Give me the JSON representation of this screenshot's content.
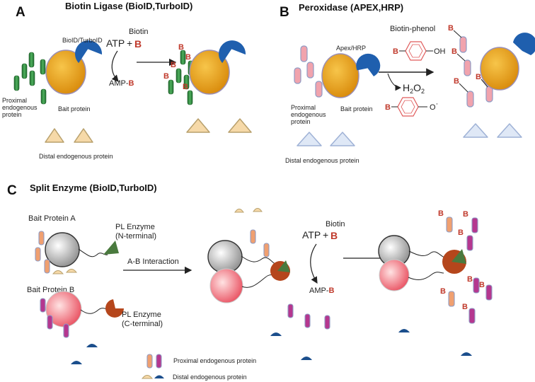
{
  "panel_a": {
    "letter": "A",
    "title": "Biotin Ligase (BioID,TurboID)",
    "enzyme_label": "BioID/TurboID",
    "biotin_label": "Biotin",
    "atp": "ATP",
    "plus": "+",
    "b": "B",
    "amp": "AMP-",
    "proximal_label": [
      "Proximal",
      "endogenous",
      "protein"
    ],
    "bait_label": "Bait protein",
    "distal_label": "Distal endogenous protein"
  },
  "panel_b": {
    "letter": "B",
    "title": "Peroxidase (APEX,HRP)",
    "enzyme_label": "Apex/HRP",
    "biotin_phenol_label": "Biotin-phenol",
    "oh": "OH",
    "h2o2_main": "H",
    "h2o2_sub1": "2",
    "h2o2_o": "O",
    "h2o2_sub2": "2",
    "o_radical": "O",
    "radical_dot": "·",
    "b": "B",
    "proximal_label": [
      "Proximal",
      "endogenous",
      "protein"
    ],
    "bait_label": "Bait protein",
    "distal_label": "Distal endogenous protein"
  },
  "panel_c": {
    "letter": "C",
    "title": "Split Enzyme (BioID,TurboID)",
    "bait_a": "Bait Protein A",
    "bait_b": "Bait Protein B",
    "pl_n": [
      "PL Enzyme",
      "(N-terminal)"
    ],
    "pl_c": [
      "PL Enzyme",
      "(C-terminal)"
    ],
    "interaction": "A-B Interaction",
    "biotin_label": "Biotin",
    "atp": "ATP",
    "plus": "+",
    "b": "B",
    "amp": "AMP-",
    "legend_proximal": "Proximal endogenous protein",
    "legend_distal": "Distal endogenous protein"
  },
  "colors": {
    "green": "#2e8b3e",
    "gold": "#e8a21a",
    "blue": "#1f5fae",
    "pink": "#f1a3ad",
    "peach": "#f6d9a8",
    "lightblue": "#dfe8f6",
    "red_b": "#c0392b",
    "rust": "#b5461c",
    "magenta": "#b5378f",
    "salmon": "#f0a070",
    "navy": "#1b4e8c"
  }
}
